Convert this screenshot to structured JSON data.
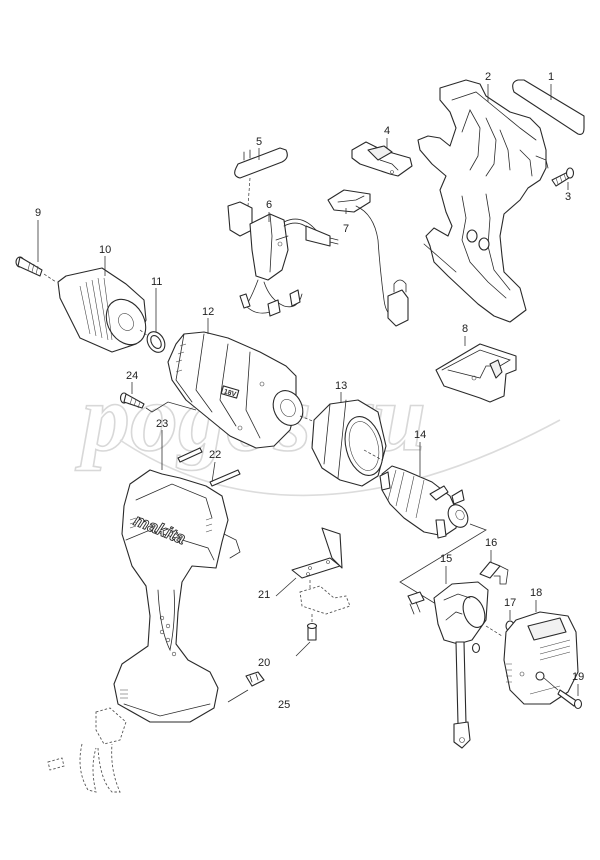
{
  "diagram": {
    "title": "Exploded parts diagram - cordless drill driver",
    "watermark": "pogos.ru",
    "housing_brand": "makita",
    "gearbox_marking": "18V",
    "callouts": [
      {
        "number": "1",
        "part": "name-plate"
      },
      {
        "number": "2",
        "part": "housing-set-right"
      },
      {
        "number": "3",
        "part": "tapping-screw"
      },
      {
        "number": "4",
        "part": "change-lever"
      },
      {
        "number": "5",
        "part": "switch-trigger"
      },
      {
        "number": "6",
        "part": "switch"
      },
      {
        "number": "7",
        "part": "led-circuit"
      },
      {
        "number": "8",
        "part": "controller-cover"
      },
      {
        "number": "9",
        "part": "chuck-screw"
      },
      {
        "number": "10",
        "part": "keyless-drill-chuck"
      },
      {
        "number": "11",
        "part": "ring-washer"
      },
      {
        "number": "12",
        "part": "gear-assembly"
      },
      {
        "number": "13",
        "part": "field-stator"
      },
      {
        "number": "14",
        "part": "armature"
      },
      {
        "number": "15",
        "part": "brush-holder-assembly"
      },
      {
        "number": "16",
        "part": "carbon-brush"
      },
      {
        "number": "17",
        "part": "spring"
      },
      {
        "number": "18",
        "part": "rear-cover"
      },
      {
        "number": "19",
        "part": "rear-cover-screw"
      },
      {
        "number": "20",
        "part": "hook-screw"
      },
      {
        "number": "21",
        "part": "hook-plate"
      },
      {
        "number": "22",
        "part": "terminal-strips"
      },
      {
        "number": "23",
        "part": "housing-set-left"
      },
      {
        "number": "24",
        "part": "housing-screw"
      },
      {
        "number": "25",
        "part": "rubber-pin"
      }
    ]
  }
}
